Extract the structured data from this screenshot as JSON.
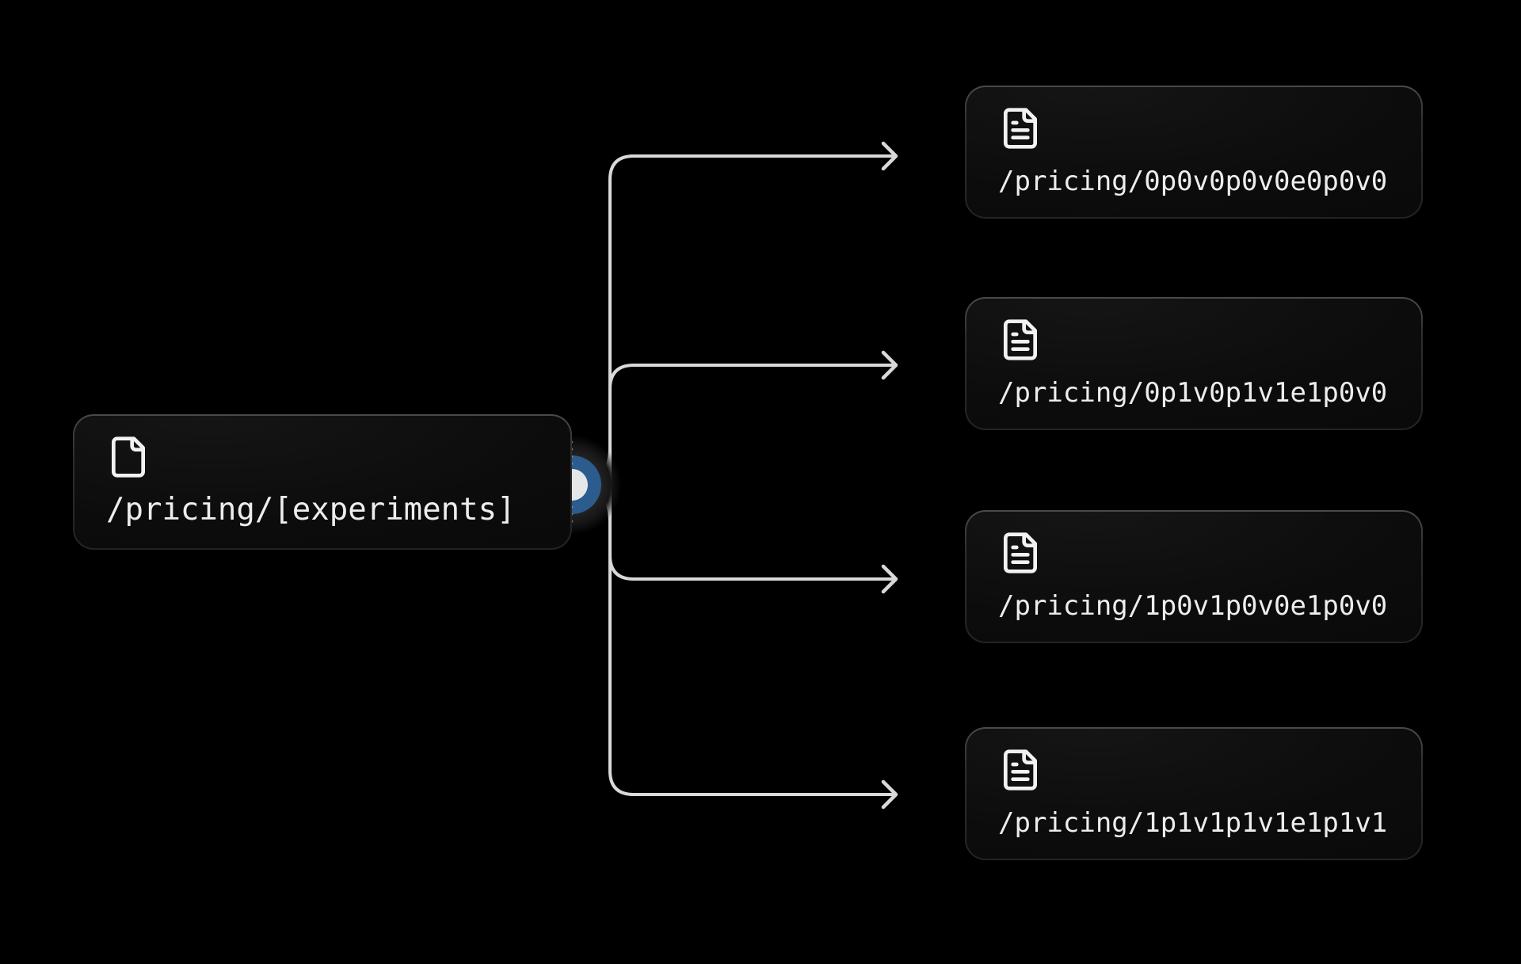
{
  "diagram": {
    "source": {
      "label": "/pricing/[experiments]",
      "icon": "file-icon"
    },
    "targets": [
      {
        "label": "/pricing/0p0v0p0v0e0p0v0",
        "icon": "file-text-icon"
      },
      {
        "label": "/pricing/0p1v0p1v1e1p0v0",
        "icon": "file-text-icon"
      },
      {
        "label": "/pricing/1p0v1p0v0e1p0v0",
        "icon": "file-text-icon"
      },
      {
        "label": "/pricing/1p1v1p1v1e1p1v1",
        "icon": "file-text-icon"
      }
    ]
  },
  "colors": {
    "bg": "#000000",
    "line": "#d9d9d9",
    "text": "#ededed",
    "icon": "#f2f2f2",
    "ring": "#2c5c8e",
    "core": "#e5e6e7",
    "dots": "#a9bccb",
    "card-border-top": "#4a4a4a",
    "card-border-bottom": "#232323"
  }
}
